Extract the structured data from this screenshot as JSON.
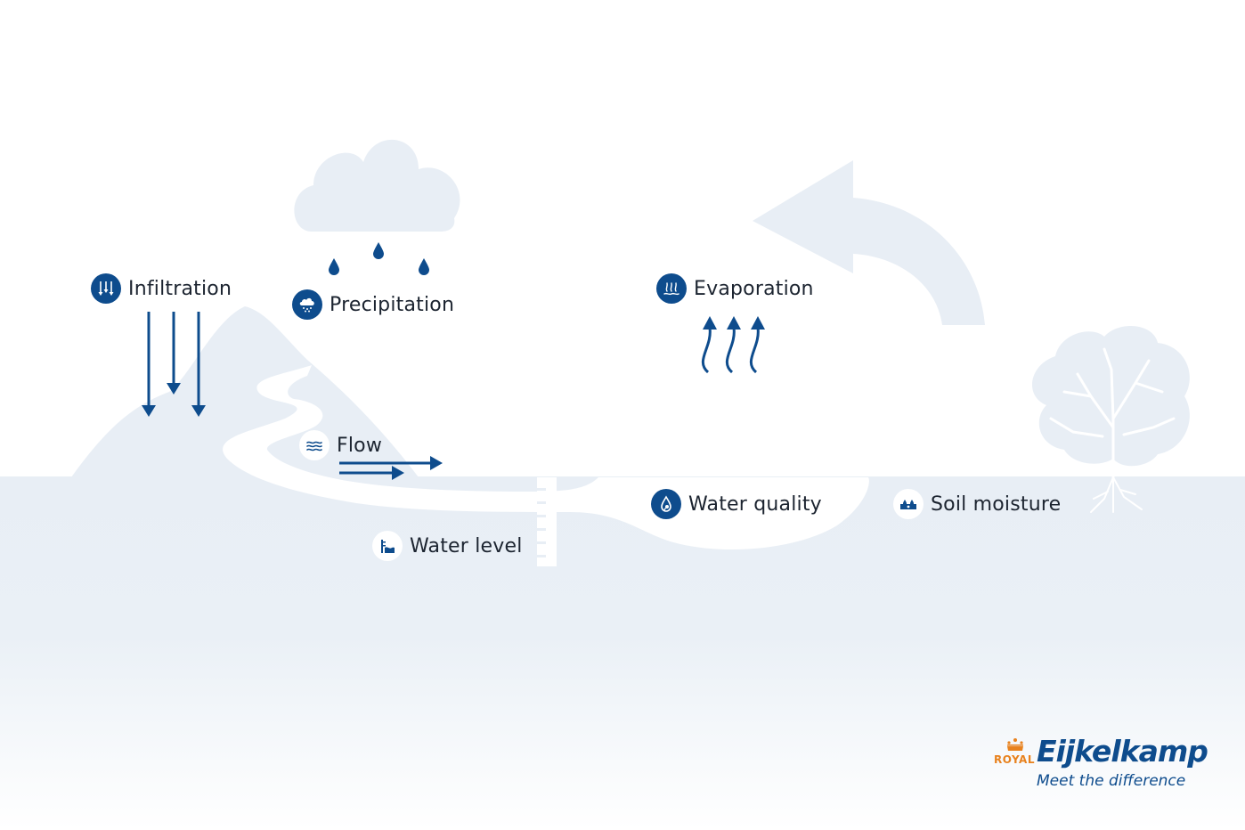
{
  "labels": {
    "infiltration": "Infiltration",
    "precipitation": "Precipitation",
    "evaporation": "Evaporation",
    "flow": "Flow",
    "water_level": "Water level",
    "water_quality": "Water quality",
    "soil_moisture": "Soil moisture"
  },
  "icons": {
    "infiltration": "infiltration-icon",
    "precipitation": "precipitation-icon",
    "evaporation": "evaporation-icon",
    "flow": "flow-icon",
    "water_level": "water-level-icon",
    "water_quality": "water-quality-icon",
    "soil_moisture": "soil-moisture-icon"
  },
  "logo": {
    "prefix": "ROYAL",
    "name": "Eijkelkamp",
    "tagline": "Meet the difference"
  },
  "colors": {
    "brand_blue": "#0e4c8d",
    "brand_orange": "#e8821e",
    "scene_fill": "#e8eef5",
    "label_text": "#1c2430"
  }
}
